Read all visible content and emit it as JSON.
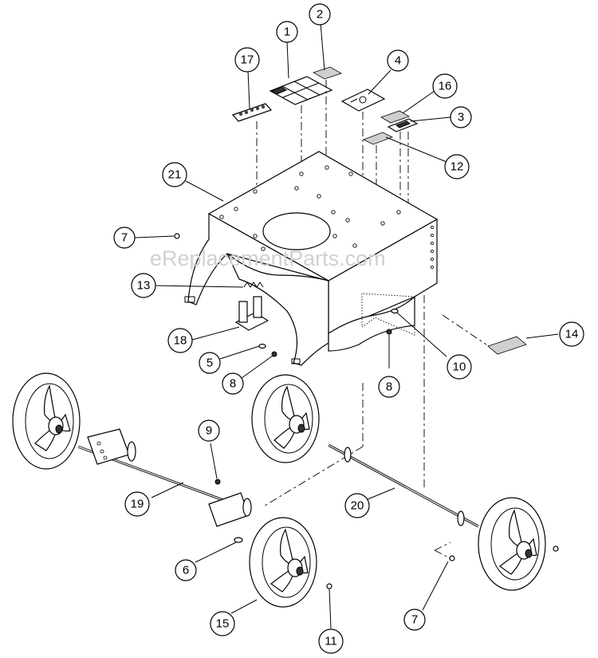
{
  "watermark": "eReplacementParts.com",
  "callouts": [
    {
      "id": "c1",
      "label": "1"
    },
    {
      "id": "c2",
      "label": "2"
    },
    {
      "id": "c3",
      "label": "3"
    },
    {
      "id": "c4",
      "label": "4"
    },
    {
      "id": "c5",
      "label": "5"
    },
    {
      "id": "c6",
      "label": "6"
    },
    {
      "id": "c7a",
      "label": "7"
    },
    {
      "id": "c7b",
      "label": "7"
    },
    {
      "id": "c8a",
      "label": "8"
    },
    {
      "id": "c8b",
      "label": "8"
    },
    {
      "id": "c9",
      "label": "9"
    },
    {
      "id": "c10",
      "label": "10"
    },
    {
      "id": "c11",
      "label": "11"
    },
    {
      "id": "c12",
      "label": "12"
    },
    {
      "id": "c13",
      "label": "13"
    },
    {
      "id": "c14",
      "label": "14"
    },
    {
      "id": "c15",
      "label": "15"
    },
    {
      "id": "c16",
      "label": "16"
    },
    {
      "id": "c17",
      "label": "17"
    },
    {
      "id": "c18",
      "label": "18"
    },
    {
      "id": "c19",
      "label": "19"
    },
    {
      "id": "c20",
      "label": "20"
    },
    {
      "id": "c21",
      "label": "21"
    }
  ]
}
